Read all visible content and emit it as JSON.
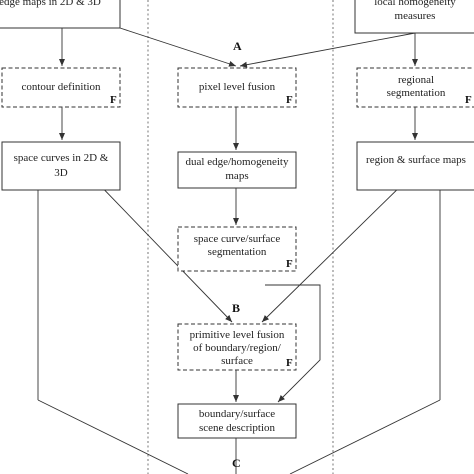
{
  "stages": [
    "A",
    "B",
    "C"
  ],
  "flag_label": "F",
  "nodes": {
    "edge_maps": {
      "lines": [
        "edge maps in 2D & 3D"
      ]
    },
    "local_homogeneity": {
      "lines": [
        "local homogeneity",
        "measures"
      ]
    },
    "contour_definition": {
      "lines": [
        "contour definition"
      ]
    },
    "pixel_level_fusion": {
      "lines": [
        "pixel level fusion"
      ]
    },
    "regional_segmentation": {
      "lines": [
        "regional",
        "segmentation"
      ]
    },
    "space_curves": {
      "lines": [
        "space curves in 2D &",
        "3D"
      ]
    },
    "dual_maps": {
      "lines": [
        "dual edge/homogeneity",
        "maps"
      ]
    },
    "region_surface_maps": {
      "lines": [
        "region & surface maps"
      ]
    },
    "space_curve_segmentation": {
      "lines": [
        "space curve/surface",
        "segmentation"
      ]
    },
    "primitive_fusion": {
      "lines": [
        "primitive level fusion",
        "of boundary/region/",
        "surface"
      ]
    },
    "scene_description": {
      "lines": [
        "boundary/surface",
        "scene description"
      ]
    }
  }
}
